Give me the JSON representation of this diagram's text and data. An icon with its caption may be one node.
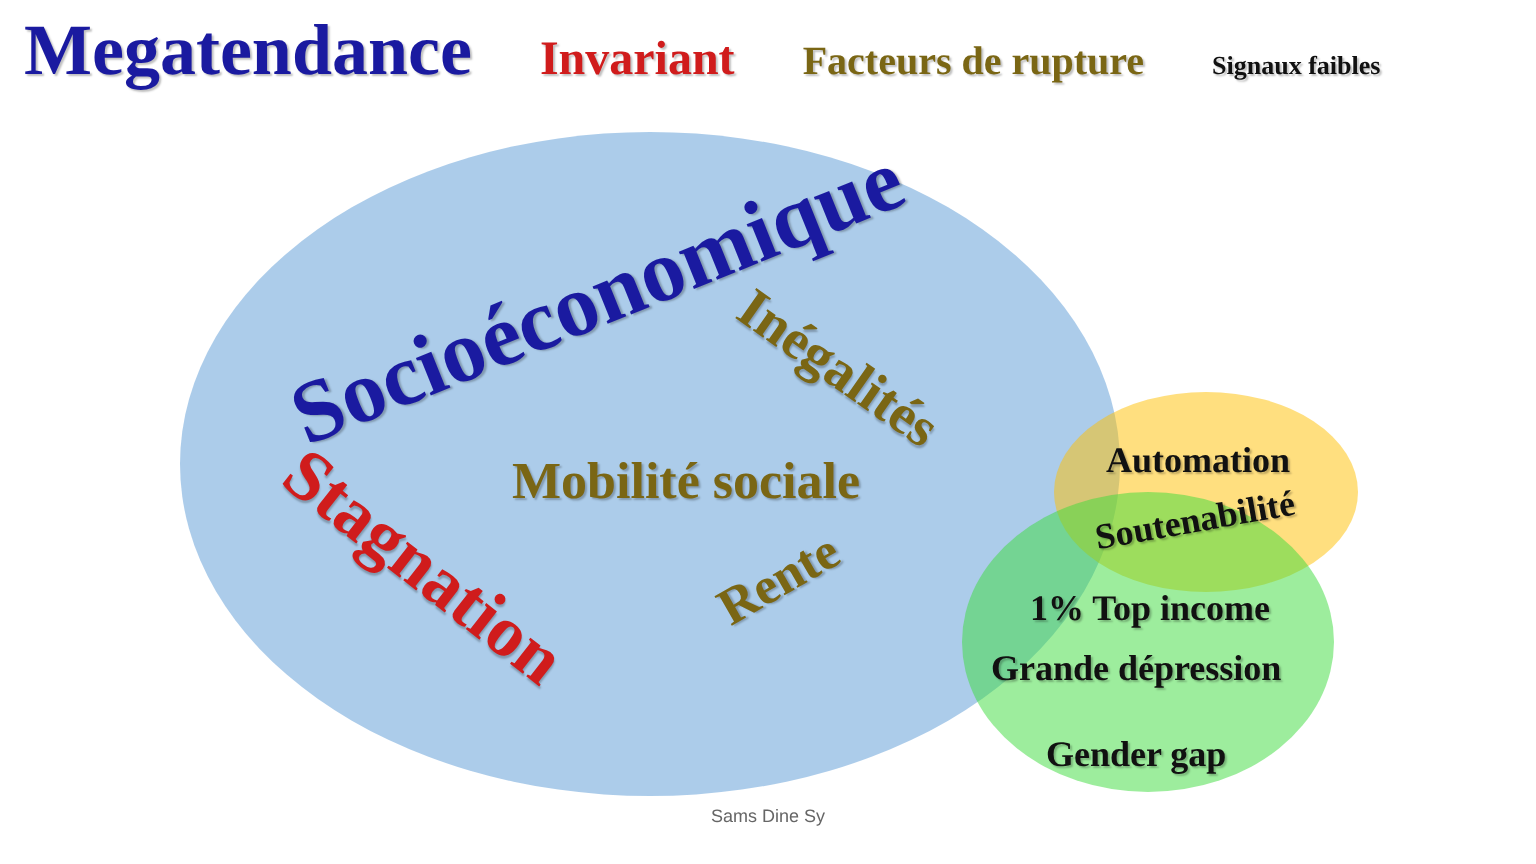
{
  "diagram": {
    "caption": "Sams Dine Sy",
    "nodes": [
      {
        "text": [
          "Socioéconomique",
          "Inégalités",
          "Mobilité sociale",
          "Stagnation",
          "Rente"
        ]
      },
      {
        "text": [
          "Automation",
          "Soutenabilité"
        ]
      },
      {
        "text": [
          "1% Top income",
          "Grande dépression",
          "Gender gap"
        ]
      }
    ],
    "legend": [
      {
        "text": "Megatendance",
        "color": "#1a1aa0"
      },
      {
        "text": "Invariant",
        "color": "#d01c1c"
      },
      {
        "text": "Facteurs de rupture",
        "color": "#7a6614"
      },
      {
        "text": "Signaux faibles",
        "color": "#111111"
      }
    ]
  }
}
